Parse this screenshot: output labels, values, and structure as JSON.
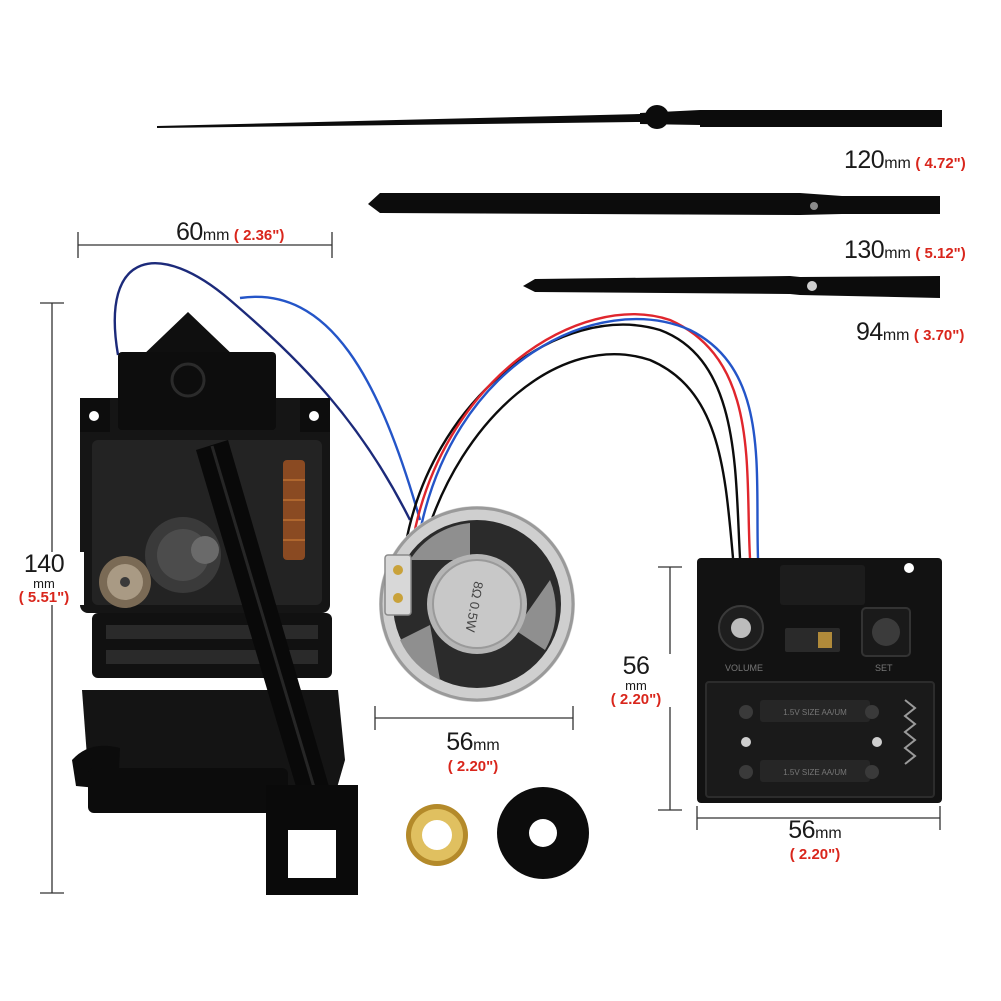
{
  "colors": {
    "black": "#0c0c0c",
    "red_text": "#d9261c",
    "wire_red": "#e0262d",
    "wire_blue": "#2455c8",
    "brass": "#c9a23a"
  },
  "hands": [
    {
      "mm": "120",
      "unit": "mm",
      "inch": "( 4.72\")"
    },
    {
      "mm": "130",
      "unit": "mm",
      "inch": "( 5.12\")"
    },
    {
      "mm": "94",
      "unit": "mm",
      "inch": "( 3.70\")"
    }
  ],
  "movement": {
    "width": {
      "mm": "60",
      "unit": "mm",
      "inch": "( 2.36\")"
    },
    "height": {
      "mm": "140",
      "unit": "mm",
      "inch": "( 5.51\")"
    }
  },
  "speaker": {
    "width": {
      "mm": "56",
      "unit": "mm",
      "inch": "( 2.20\")"
    },
    "marking": "8Ω 0.5W"
  },
  "control_box": {
    "height": {
      "mm": "56",
      "unit": "mm",
      "inch": "( 2.20\")"
    },
    "width": {
      "mm": "56",
      "unit": "mm",
      "inch": "( 2.20\")"
    },
    "volume_label": "VOLUME",
    "set_label": "SET",
    "battery_label_1": "1.5V  SIZE  AA/UM",
    "battery_label_2": "1.5V  SIZE  AA/UM"
  }
}
